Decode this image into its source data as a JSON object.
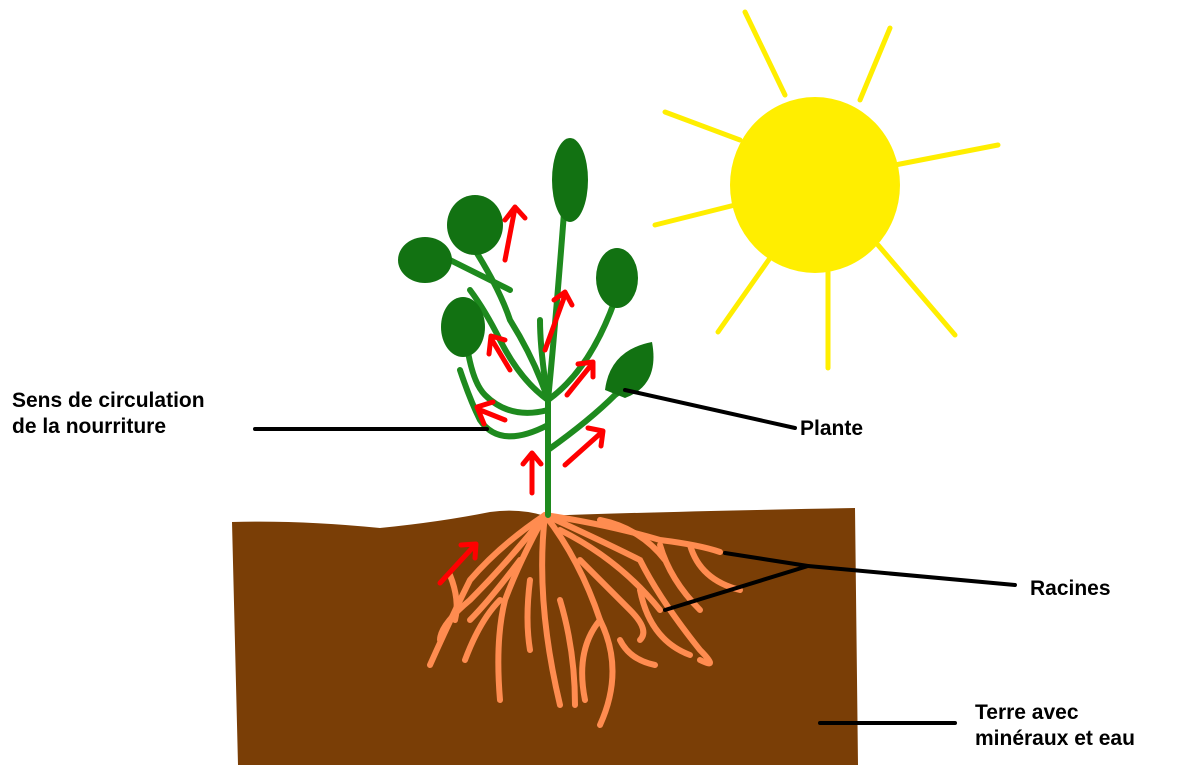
{
  "labels": {
    "food_flow_line1": "Sens de circulation",
    "food_flow_line2": "de la nourriture",
    "plant": "Plante",
    "roots": "Racines",
    "soil_line1": "Terre avec",
    "soil_line2": "minéraux et eau"
  },
  "colors": {
    "background": "#ffffff",
    "soil": "#7a3e06",
    "roots": "#ff8c50",
    "stem": "#1e8a1e",
    "leaves": "#127212",
    "arrows": "#ff0000",
    "sun": "#ffee00",
    "callout_lines": "#000000"
  },
  "icons": {
    "sun": "sun-icon",
    "flow_arrow": "up-arrow-icon"
  }
}
